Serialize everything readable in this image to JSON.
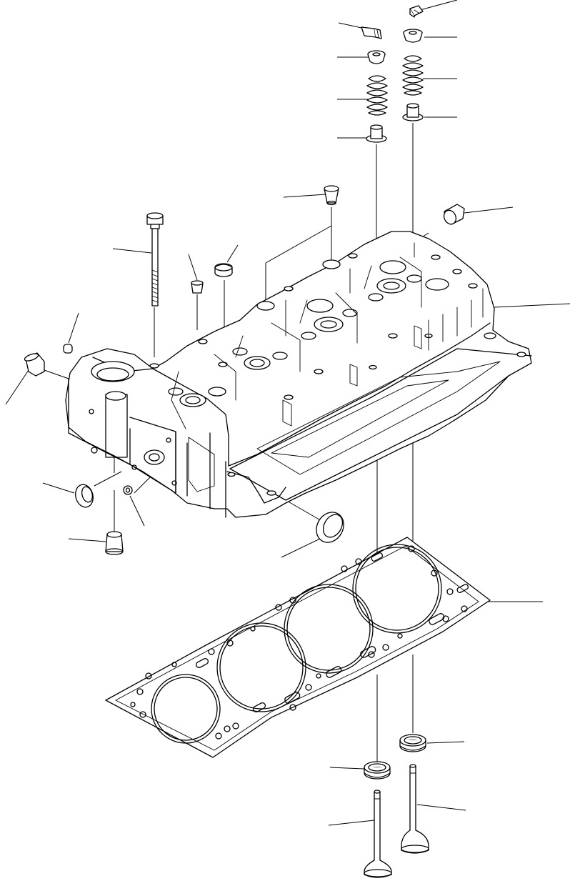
{
  "figure": {
    "kind": "exploded parts diagram",
    "assembly": "cylinder head",
    "colors": {
      "line": "#000000",
      "background": "#ffffff"
    }
  },
  "parts": [
    {
      "id": "exhaust-valve-collet",
      "icon": "collet-icon"
    },
    {
      "id": "intake-valve-collet",
      "icon": "collet-icon"
    },
    {
      "id": "exhaust-spring-retainer",
      "icon": "retainer-icon"
    },
    {
      "id": "intake-spring-retainer",
      "icon": "retainer-icon"
    },
    {
      "id": "exhaust-valve-spring",
      "icon": "spring-icon"
    },
    {
      "id": "intake-valve-spring",
      "icon": "spring-icon"
    },
    {
      "id": "exhaust-valve-stem-seal",
      "icon": "stem-seal-icon"
    },
    {
      "id": "intake-valve-stem-seal",
      "icon": "stem-seal-icon"
    },
    {
      "id": "injector-sleeve-plug",
      "icon": "plug-icon"
    },
    {
      "id": "end-cap-plug",
      "icon": "plug-icon"
    },
    {
      "id": "head-bolt",
      "icon": "bolt-icon"
    },
    {
      "id": "small-cup-plug",
      "icon": "plug-icon"
    },
    {
      "id": "expansion-plug-top",
      "icon": "expansion-plug-icon"
    },
    {
      "id": "dowel-pin",
      "icon": "pin-icon"
    },
    {
      "id": "side-plug",
      "icon": "plug-icon"
    },
    {
      "id": "cylinder-head",
      "icon": "cylinder-head-icon"
    },
    {
      "id": "front-expansion-plug",
      "icon": "expansion-plug-icon"
    },
    {
      "id": "o-ring-small",
      "icon": "o-ring-icon"
    },
    {
      "id": "lower-plug",
      "icon": "plug-icon"
    },
    {
      "id": "side-expansion-plug",
      "icon": "expansion-plug-icon"
    },
    {
      "id": "head-gasket",
      "icon": "gasket-icon"
    },
    {
      "id": "intake-valve-seat",
      "icon": "valve-seat-icon"
    },
    {
      "id": "exhaust-valve-seat",
      "icon": "valve-seat-icon"
    },
    {
      "id": "intake-valve",
      "icon": "valve-icon"
    },
    {
      "id": "exhaust-valve",
      "icon": "valve-icon"
    }
  ]
}
